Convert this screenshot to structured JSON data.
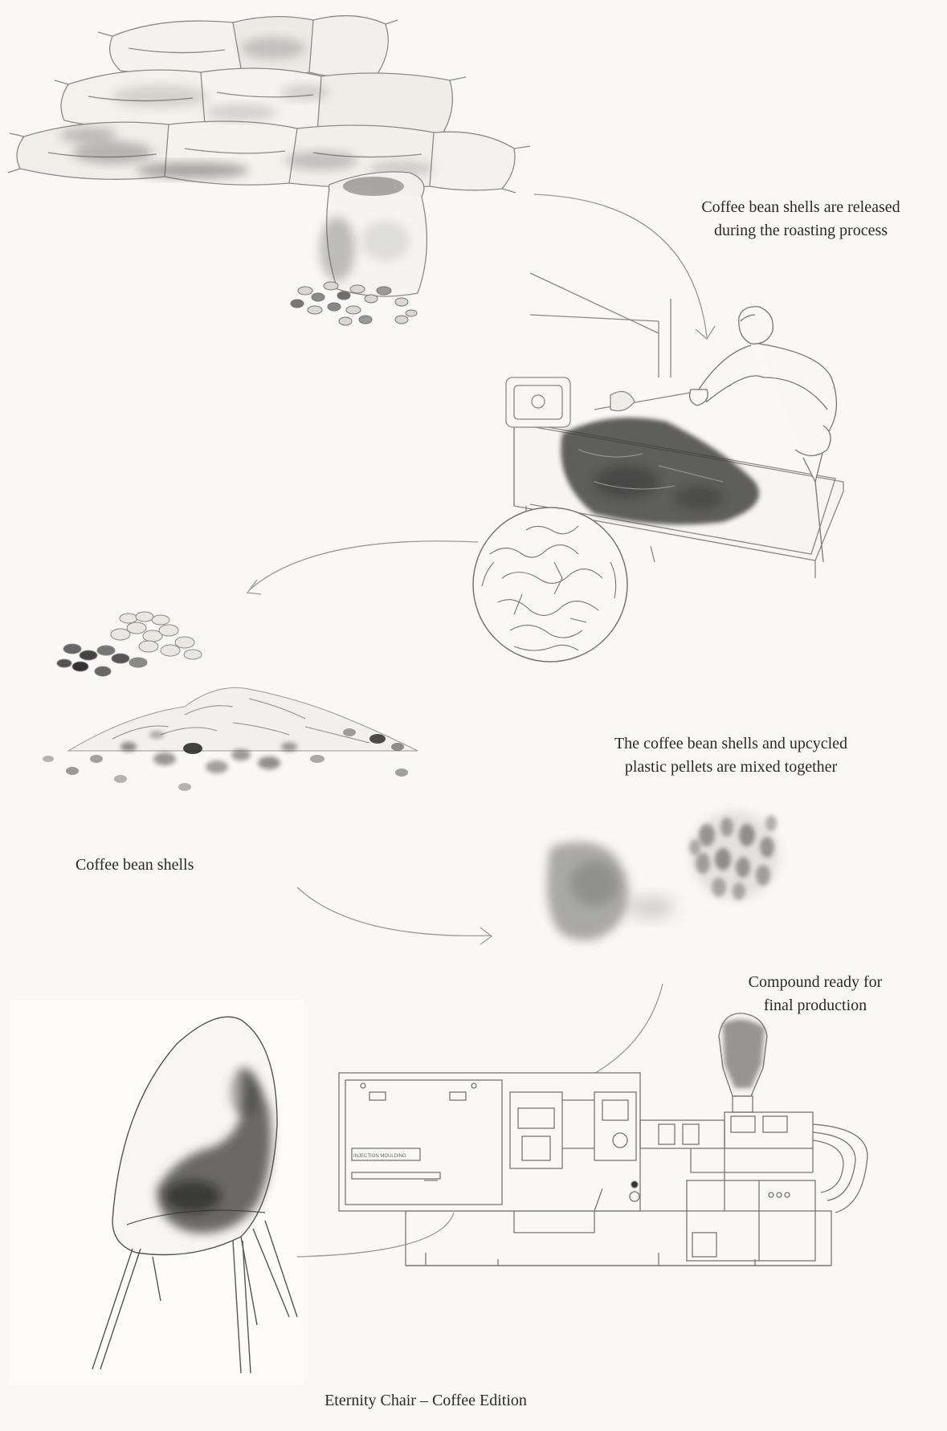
{
  "captions": {
    "roasting": {
      "line1": "Coffee bean shells are released",
      "line2": "during the roasting process"
    },
    "mixed": {
      "line1": "The coffee bean shells and upcycled",
      "line2": "plastic pellets are mixed together"
    },
    "shells": "Coffee bean shells",
    "compound": {
      "line1": "Compound ready for",
      "line2": "final production"
    },
    "chair": "Eternity Chair – Coffee Edition"
  },
  "machine_label": "INJECTION MOULDING",
  "colors": {
    "background": "#f9f8f4",
    "sketch_line": "#8a8a8a",
    "ink_wash": "#4a4a4a"
  }
}
